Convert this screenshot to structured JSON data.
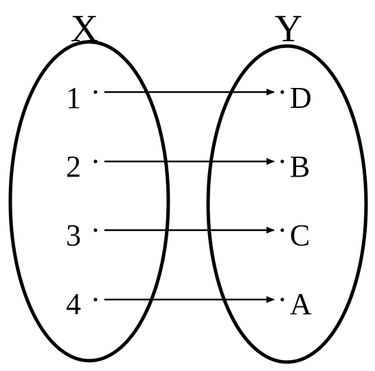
{
  "diagram": {
    "type": "function-mapping",
    "sets": {
      "domain": {
        "label": "X",
        "elements": [
          "1",
          "2",
          "3",
          "4"
        ]
      },
      "codomain": {
        "label": "Y",
        "elements": [
          "D",
          "B",
          "C",
          "A"
        ]
      }
    },
    "mappings": [
      {
        "from": "1",
        "to": "D"
      },
      {
        "from": "2",
        "to": "B"
      },
      {
        "from": "3",
        "to": "C"
      },
      {
        "from": "4",
        "to": "A"
      }
    ],
    "colors": {
      "stroke": "#000000",
      "background": "#ffffff"
    }
  }
}
